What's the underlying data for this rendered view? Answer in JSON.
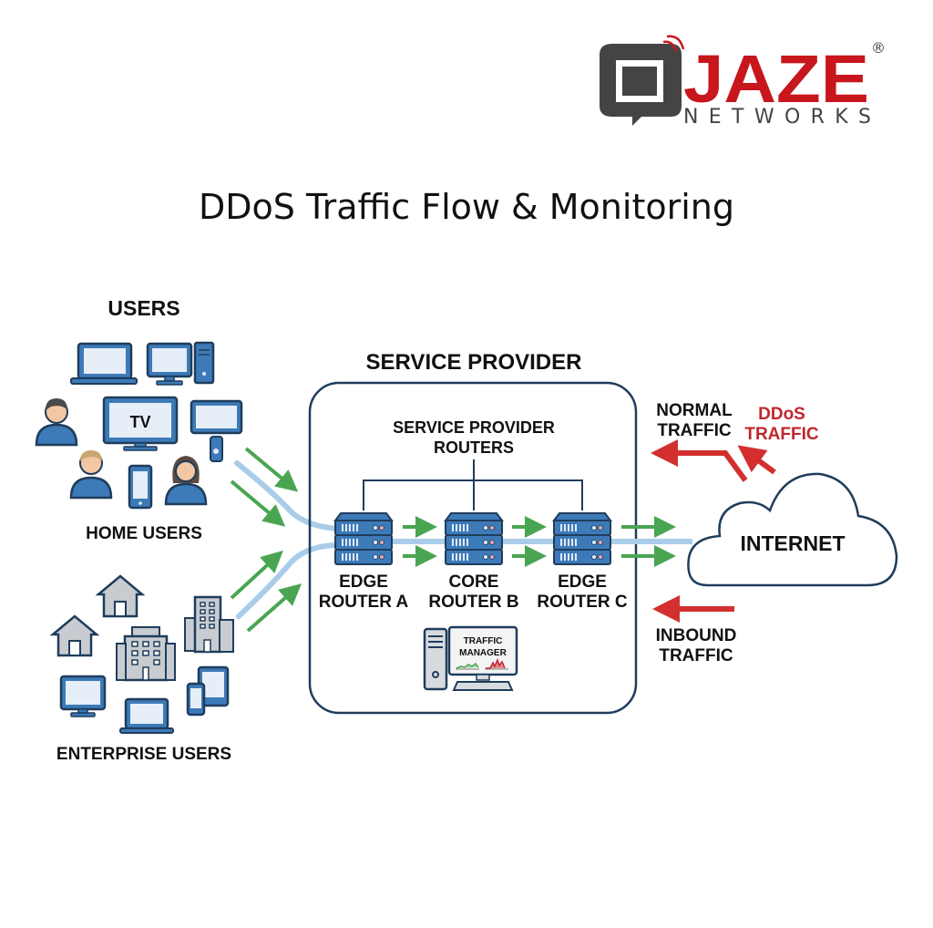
{
  "logo": {
    "brand": "JAZE",
    "sub": "NETWORKS",
    "registered": "®",
    "brand_color": "#c8161d",
    "icon_color": "#444444"
  },
  "title": "DDoS Traffic Flow & Monitoring",
  "users": {
    "heading": "USERS",
    "home_label": "HOME USERS",
    "enterprise_label": "ENTERPRISE USERS",
    "tv_text": "TV"
  },
  "provider": {
    "heading": "SERVICE PROVIDER",
    "routers_label_1": "SERVICE PROVIDER",
    "routers_label_2": "ROUTERS",
    "routers": [
      {
        "line1": "EDGE",
        "line2": "ROUTER A"
      },
      {
        "line1": "CORE",
        "line2": "ROUTER B"
      },
      {
        "line1": "EDGE",
        "line2": "ROUTER C"
      }
    ],
    "traffic_manager_1": "TRAFFIC",
    "traffic_manager_2": "MANAGER"
  },
  "internet": {
    "label": "INTERNET",
    "normal_1": "NORMAL",
    "normal_2": "TRAFFIC",
    "ddos_1": "DDoS",
    "ddos_2": "TRAFFIC",
    "inbound_1": "INBOUND",
    "inbound_2": "TRAFFIC"
  },
  "colors": {
    "green_arrow": "#4aa552",
    "red_arrow": "#d32f2f",
    "flow_line": "#a9cde9",
    "device_blue": "#3d7ab8",
    "outline": "#1f3d5c",
    "ddos_text": "#c0262d"
  }
}
